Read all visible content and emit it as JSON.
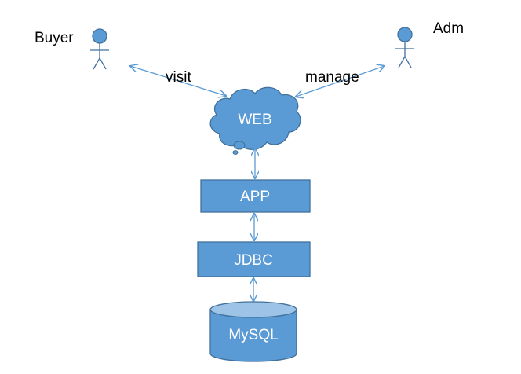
{
  "diagram": {
    "actors": {
      "buyer": {
        "label": "Buyer"
      },
      "admin": {
        "label": "Adm"
      }
    },
    "edges": {
      "buyer_web": {
        "label": "visit"
      },
      "admin_web": {
        "label": "manage"
      }
    },
    "nodes": {
      "web": {
        "label": "WEB",
        "shape": "cloud"
      },
      "app": {
        "label": "APP",
        "shape": "rectangle"
      },
      "jdbc": {
        "label": "JDBC",
        "shape": "rectangle"
      },
      "mysql": {
        "label": "MySQL",
        "shape": "cylinder"
      }
    },
    "colors": {
      "fill": "#5b9bd5",
      "stroke": "#41719c",
      "db_top": "#9dc3e6",
      "text_on_fill": "#ffffff",
      "text": "#000000"
    }
  }
}
